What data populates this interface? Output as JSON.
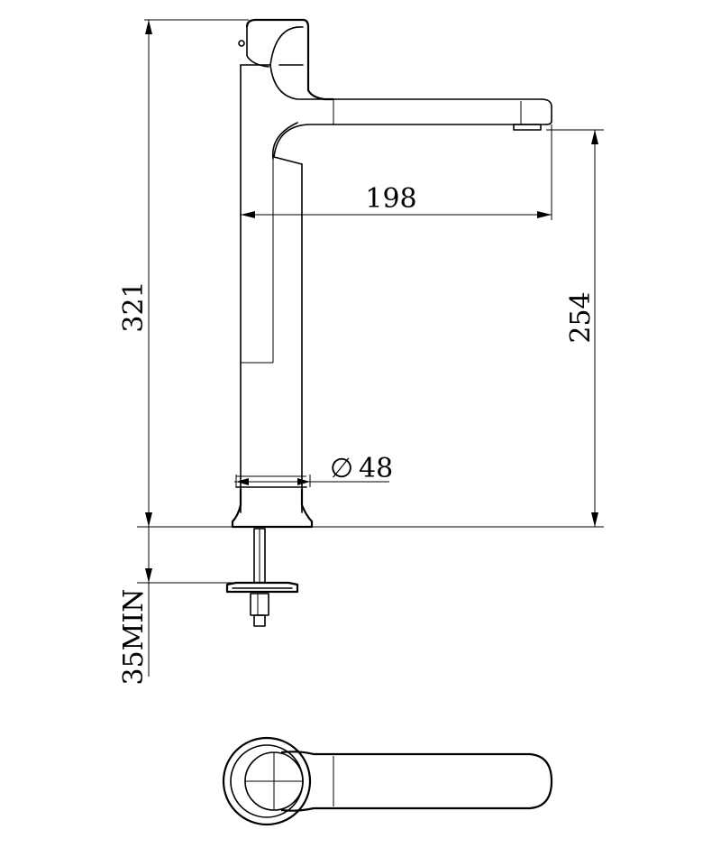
{
  "dimensions": {
    "spout_reach": "198",
    "total_height": "321",
    "spout_height": "254",
    "base_diameter_symbol": "∅",
    "base_diameter": "48",
    "min_counter_thickness": "35MIN"
  }
}
